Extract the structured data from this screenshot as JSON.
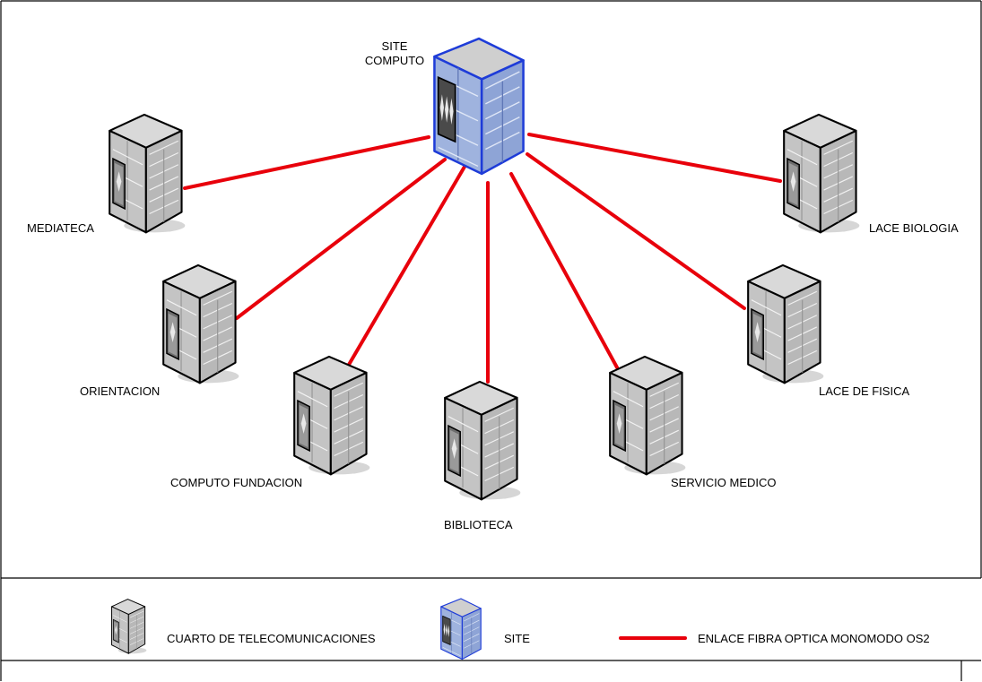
{
  "colors": {
    "link": "#e8000b",
    "rack_face": "#c8c8c8",
    "rack_top": "#d9d9d9",
    "rack_outline": "#000000",
    "site_face": "#8fa8d8",
    "site_outline": "#1e3cd8",
    "shadow": "#d6d6d6"
  },
  "site": {
    "label_line1": "SITE",
    "label_line2": "COMPUTO"
  },
  "nodes": [
    {
      "id": "mediateca",
      "label": "MEDIATECA"
    },
    {
      "id": "orientacion",
      "label": "ORIENTACION"
    },
    {
      "id": "computo-fundacion",
      "label": "COMPUTO FUNDACION"
    },
    {
      "id": "biblioteca",
      "label": "BIBLIOTECA"
    },
    {
      "id": "servicio-medico",
      "label": "SERVICIO MEDICO"
    },
    {
      "id": "lace-de-fisica",
      "label": "LACE DE FISICA"
    },
    {
      "id": "lace-biologia",
      "label": "LACE BIOLOGIA"
    }
  ],
  "links": [
    {
      "from": "site",
      "to": "mediateca"
    },
    {
      "from": "site",
      "to": "orientacion"
    },
    {
      "from": "site",
      "to": "computo-fundacion"
    },
    {
      "from": "site",
      "to": "biblioteca"
    },
    {
      "from": "site",
      "to": "servicio-medico"
    },
    {
      "from": "site",
      "to": "lace-de-fisica"
    },
    {
      "from": "site",
      "to": "lace-biologia"
    }
  ],
  "legend": {
    "telecom_room": "CUARTO DE TELECOMUNICACIONES",
    "site": "SITE",
    "fiber_link": "ENLACE FIBRA OPTICA  MONOMODO OS2"
  }
}
